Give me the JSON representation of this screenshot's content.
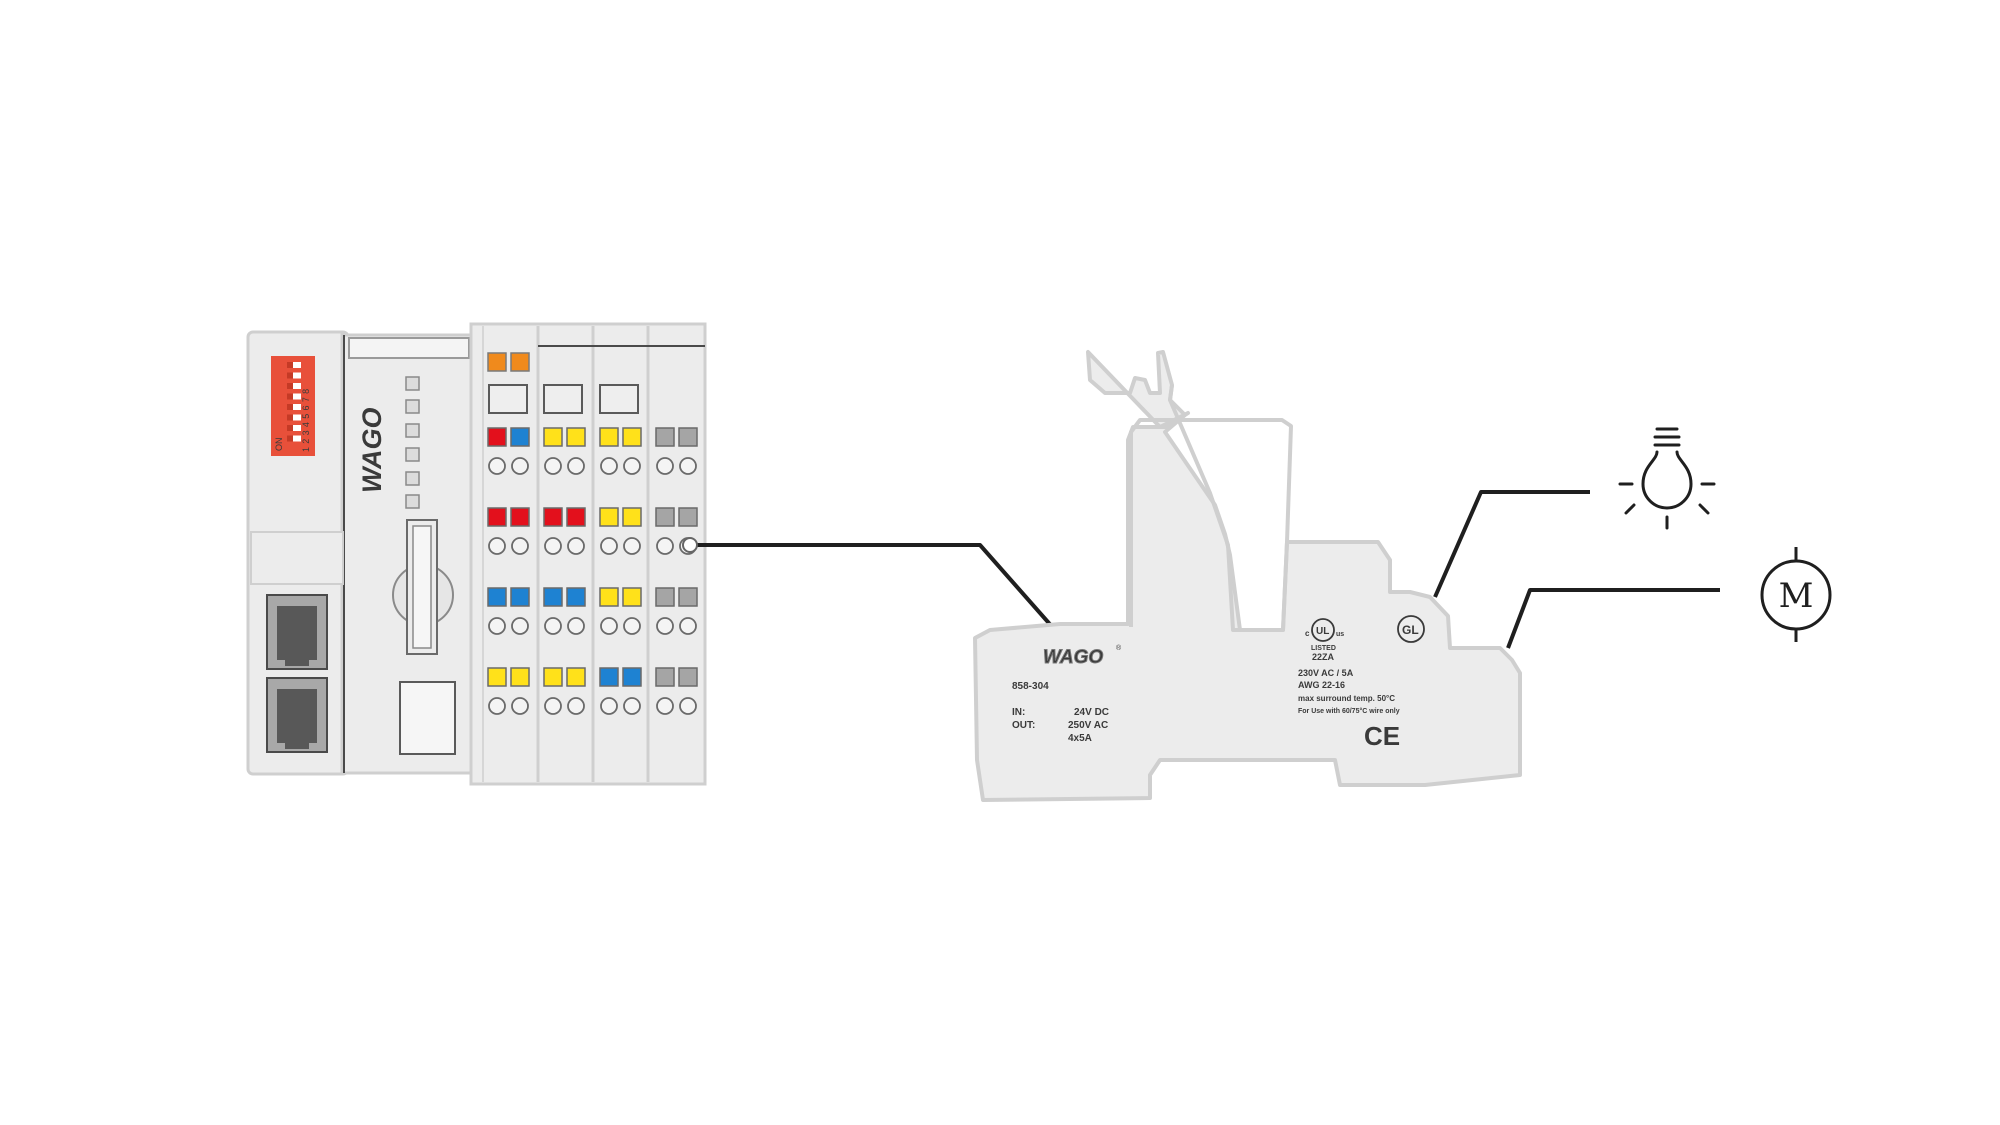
{
  "colors": {
    "housing": "#ececec",
    "housing_outline": "#cfcfcf",
    "wire": "#1f1f1f",
    "wago_green": "#5bb531",
    "dip_switch": "#e8503a",
    "orange": "#f08a1c",
    "red": "#e3101c",
    "blue": "#1e82d2",
    "yellow": "#ffe11a",
    "gray": "#a5a5a5"
  },
  "controller": {
    "dip_switch": {
      "on_label": "ON",
      "numbers": "1 2 3 4 5 6 7 8"
    },
    "logo": "WAGO"
  },
  "io_modules": {
    "rows": [
      [
        "red",
        "blue",
        "yellow",
        "yellow",
        "yellow",
        "yellow",
        "gray",
        "gray"
      ],
      [
        "red",
        "red",
        "red",
        "red",
        "yellow",
        "yellow",
        "gray",
        "gray"
      ],
      [
        "blue",
        "blue",
        "blue",
        "blue",
        "yellow",
        "yellow",
        "gray",
        "gray"
      ],
      [
        "yellow",
        "yellow",
        "yellow",
        "yellow",
        "blue",
        "blue",
        "gray",
        "gray"
      ]
    ],
    "top_leds": [
      "orange",
      "orange"
    ]
  },
  "relay": {
    "logo": "WAGO",
    "model": "858-304",
    "in_label": "IN:",
    "in_value": "24V DC",
    "out_label": "OUT:",
    "out_value_1": "250V AC",
    "out_value_2": "4x5A",
    "cert_c": "c",
    "cert_ul": "UL",
    "cert_us": "us",
    "listed": "LISTED",
    "listed_code": "22ZA",
    "spec_1": "230V AC / 5A",
    "spec_2": "AWG 22-16",
    "spec_3": "max surround temp. 50°C",
    "spec_4": "For Use with 60/75°C wire only",
    "ce_mark": "CE",
    "gl_mark": "GL"
  },
  "loads": {
    "lamp_icon": "light-bulb-icon",
    "motor_icon": "motor-icon",
    "motor_letter": "M"
  }
}
